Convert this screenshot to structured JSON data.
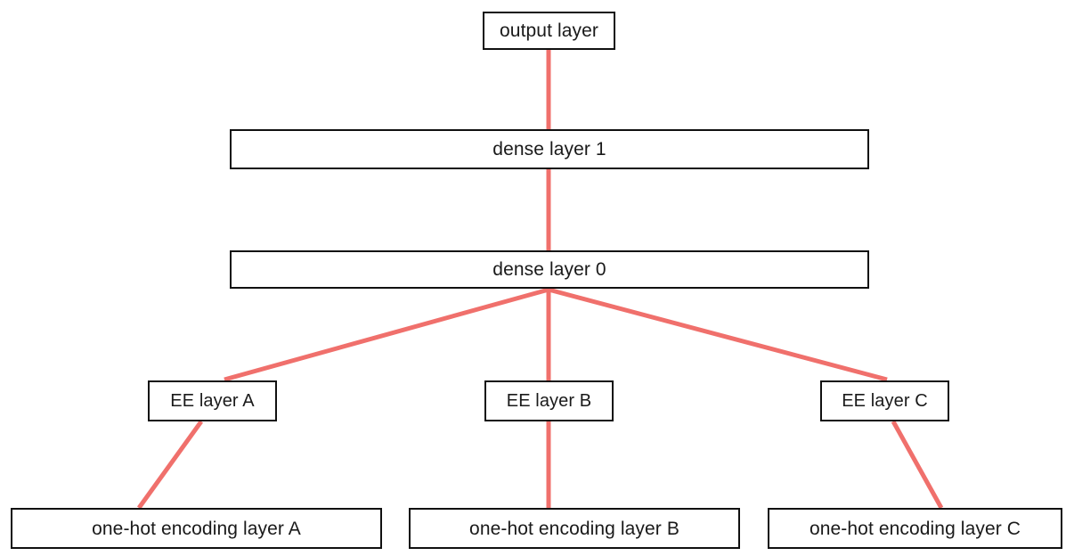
{
  "diagram": {
    "title": "neural network layer architecture diagram",
    "type": "layered-block-diagram",
    "background_color": "#ffffff",
    "box_border_color": "#111111",
    "box_fill_color": "#ffffff",
    "edge_color": "#f0706c",
    "nodes": {
      "output_layer": {
        "label": "output layer"
      },
      "dense_layer_1": {
        "label": "dense layer 1"
      },
      "dense_layer_0": {
        "label": "dense layer 0"
      },
      "ee_layer_a": {
        "label": "EE layer A"
      },
      "ee_layer_b": {
        "label": "EE layer B"
      },
      "ee_layer_c": {
        "label": "EE layer C"
      },
      "onehot_layer_a": {
        "label": "one-hot encoding layer A"
      },
      "onehot_layer_b": {
        "label": "one-hot encoding layer B"
      },
      "onehot_layer_c": {
        "label": "one-hot encoding layer C"
      }
    },
    "edges": [
      {
        "from": "dense_layer_1",
        "to": "output_layer"
      },
      {
        "from": "dense_layer_0",
        "to": "dense_layer_1"
      },
      {
        "from": "ee_layer_a",
        "to": "dense_layer_0"
      },
      {
        "from": "ee_layer_b",
        "to": "dense_layer_0"
      },
      {
        "from": "ee_layer_c",
        "to": "dense_layer_0"
      },
      {
        "from": "onehot_layer_a",
        "to": "ee_layer_a"
      },
      {
        "from": "onehot_layer_b",
        "to": "ee_layer_b"
      },
      {
        "from": "onehot_layer_c",
        "to": "ee_layer_c"
      }
    ]
  }
}
